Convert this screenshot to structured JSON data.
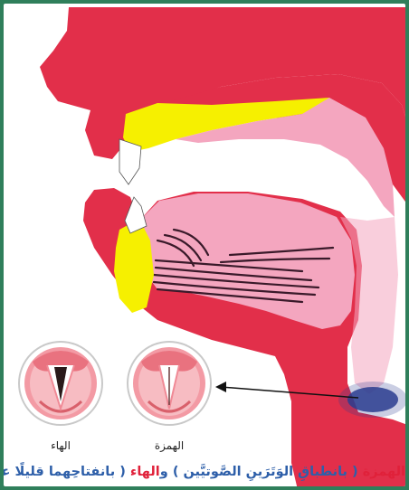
{
  "colors": {
    "red": "#e22f4a",
    "pink": "#f4a6bf",
    "yellow": "#f6f000",
    "blue_spot": "#2a3d8f",
    "caption_blue": "#2e5fa9",
    "caption_red": "#e0213a",
    "border_green": "#2f7f5b"
  },
  "labels": {
    "glottis_left": "الهاء",
    "glottis_right": "الهمزة"
  },
  "caption": {
    "term1": "الهمزة",
    "text1": " ( بانطباقِ الوَتَرَينِ الصَّوتيَّين ) و",
    "term2": "الهاء",
    "text2": " ( بانفتاحِهما قليلًا عند القُرّاء)"
  }
}
